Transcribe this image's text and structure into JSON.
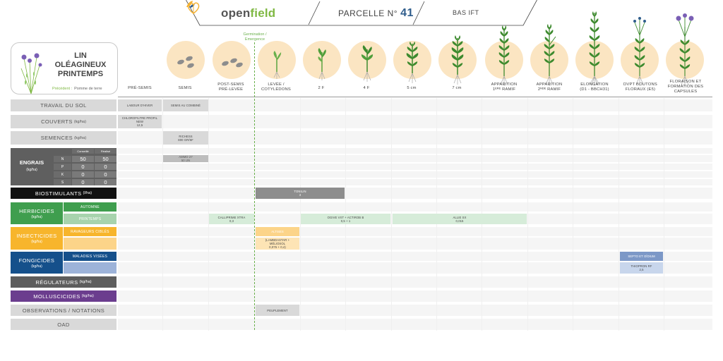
{
  "header": {
    "logo_part1": "open",
    "logo_part2": "field",
    "parcelle_label": "PARCELLE N°",
    "parcelle_number": "41",
    "bas_ift": "BAS IFT"
  },
  "title": {
    "line1": "LIN",
    "line2": "OLÉAGINEUX",
    "line3": "PRINTEMPS",
    "precedent_label": "Précédent :",
    "precedent_value": "Pomme de terre"
  },
  "germination": {
    "line1": "Germination /",
    "line2": "Emergence"
  },
  "stages": [
    {
      "line1": "PRÉ-SEMIS",
      "line2": "",
      "line3": ""
    },
    {
      "line1": "SEMIS",
      "line2": "",
      "line3": ""
    },
    {
      "line1": "POST-SEMIS",
      "line2": "PRÉ-LEVÉE",
      "line3": ""
    },
    {
      "line1": "LEVÉE /",
      "line2": "COTYLÉDONS",
      "line3": ""
    },
    {
      "line1": "2 F",
      "line2": "",
      "line3": ""
    },
    {
      "line1": "4 F",
      "line2": "",
      "line3": ""
    },
    {
      "line1": "5 cm",
      "line2": "",
      "line3": ""
    },
    {
      "line1": "7 cm",
      "line2": "",
      "line3": ""
    },
    {
      "line1": "APPARITION",
      "line2": "1ᴱᴿᴱ RAMIF",
      "line3": ""
    },
    {
      "line1": "APPARITION",
      "line2": "2ᴺᴰᴱ RAMIF",
      "line3": ""
    },
    {
      "line1": "ELONGATION",
      "line2": "(D1 - BBCH31)",
      "line3": ""
    },
    {
      "line1": "DVPT BOUTONS",
      "line2": "FLORAUX (E5)",
      "line3": ""
    },
    {
      "line1": "FLORAISON ET",
      "line2": "FORMATION DES",
      "line3": "CAPSULES"
    }
  ],
  "rows": {
    "travail": "TRAVAIL DU SOL",
    "couverts": "COUVERTS",
    "couverts_unit": "(kg/ha)",
    "semences": "SEMENCES",
    "semences_unit": "(kg/ha)",
    "engrais": "ENGRAIS",
    "engrais_unit": "(kg/ha)",
    "biostimulants": "BIOSTIMULANTS",
    "biostimulants_unit": "(l/ha)",
    "herbicides": "HERBICIDES",
    "herbicides_unit": "(kg/ha)",
    "herb_sub1": "AUTOMNE",
    "herb_sub2": "PRINTEMPS",
    "insecticides": "INSECTICIDES",
    "insecticides_unit": "(kg/ha)",
    "insect_sub1": "RAVAGEURS CIBLÉS",
    "fongicides": "FONGICIDES",
    "fongicides_unit": "(kg/ha)",
    "fong_sub1": "MALADIES VISÉES",
    "regulateurs": "RÉGULATEURS",
    "regulateurs_unit": "(kg/ha)",
    "molluscicides": "MOLLUSCICIDES",
    "molluscicides_unit": "(kg/ha)",
    "observations": "OBSERVATIONS / NOTATIONS",
    "oad": "OAD"
  },
  "engrais_table": {
    "header_conseil": "Conseillé",
    "header_realise": "Réalisé",
    "rows": [
      {
        "el": "N",
        "conseil": "50",
        "realise": "50"
      },
      {
        "el": "P",
        "conseil": "0",
        "realise": "0"
      },
      {
        "el": "K",
        "conseil": "0",
        "realise": "0"
      },
      {
        "el": "S",
        "conseil": "0",
        "realise": "0"
      }
    ]
  },
  "cells": {
    "labour": "LABOUR D'HIVER",
    "semis_combine": "SEMIS AU COMBINÉ",
    "couvert_l1": "CHLOROFILTRE PROFIL",
    "couvert_l2": "NEW",
    "couvert_l3": "12,5",
    "richess_l1": "RICHESS",
    "richess_l2": "800 GR/M²",
    "ammo_l1": "AMMO 27",
    "ammo_l2": "50 UN",
    "tonilin_l1": "TONILIN",
    "tonilin_l2": "3",
    "calli_l1": "CALLIPRIME XTRA",
    "calli_l2": "0,3",
    "ogive_l1": "OGIVE VXT + ACTIROB B",
    "ogive_l2": "0,5 + 1",
    "allie_l1": "ALLIE SX",
    "allie_l2": "0,015",
    "altises": "ALTISES",
    "lambda_l1": "(LAMBDASTAR +",
    "lambda_l2": "MÉLIOSOL",
    "lambda_l3": "0,075 + 0,4)",
    "septo": "SEPTO ET OÏDIUM",
    "thiopron_l1": "THIOPRON RF",
    "thiopron_l2": "2,5",
    "peuplement": "PEUPLEMENT"
  },
  "colors": {
    "accent_green": "#7fb843",
    "herbicide_green": "#3f9e4e",
    "insecticide_orange": "#f7b52c",
    "fongicide_blue": "#15508b",
    "mollusc_purple": "#6b3d8e",
    "stage_circle": "#fbe5c2"
  }
}
